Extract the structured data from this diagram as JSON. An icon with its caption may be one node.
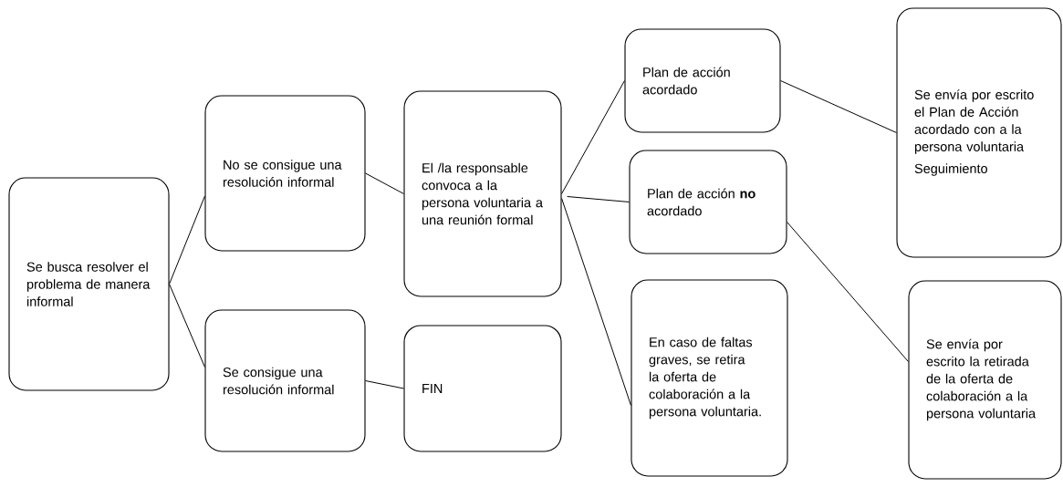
{
  "diagram": {
    "nodes": [
      {
        "text": [
          "Se busca resolver el problema de manera informal"
        ]
      },
      {
        "text": [
          "No se consigue una resolución informal"
        ]
      },
      {
        "text": [
          "Se consigue una resolución informal"
        ]
      },
      {
        "text": [
          "El /la responsable convoca a la persona voluntaria a una reunión formal"
        ]
      },
      {
        "text": [
          "FIN"
        ]
      },
      {
        "text": [
          "Plan de acción acordado"
        ]
      },
      {
        "text": [
          "Plan de acción **no** acordado"
        ]
      },
      {
        "text": [
          "En caso de faltas graves, se retira la oferta de colaboración a la persona voluntaria."
        ]
      },
      {
        "text": [
          "Se envía por escrito el Plan de Acción acordado con a la persona voluntaria",
          "Seguimiento"
        ]
      },
      {
        "text": [
          "Se envía por escrito la retirada de la oferta de colaboración a la persona voluntaria"
        ]
      }
    ],
    "edges": [
      {
        "from": 0,
        "to": 1,
        "arrow": "none"
      },
      {
        "from": 0,
        "to": 2,
        "arrow": "none"
      },
      {
        "from": 1,
        "to": 3,
        "arrow": "none"
      },
      {
        "from": 2,
        "to": 4,
        "arrow": "none"
      },
      {
        "from": 3,
        "to": 5,
        "arrow": "none"
      },
      {
        "from": 3,
        "to": 6,
        "arrow": "none"
      },
      {
        "from": 3,
        "to": 7,
        "arrow": "none"
      },
      {
        "from": 5,
        "to": 8,
        "arrow": "none"
      },
      {
        "from": 6,
        "to": 9,
        "arrow": "none"
      }
    ]
  }
}
